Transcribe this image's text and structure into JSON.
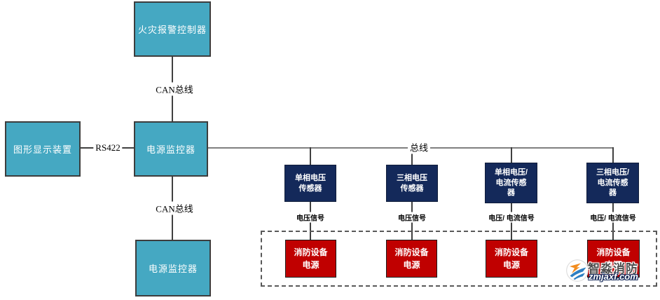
{
  "nodes": {
    "fire_alarm_controller": "火灾报警控制器",
    "graphic_display": "图形显示装置",
    "power_monitor_middle": "电源监控器",
    "power_monitor_bottom": "电源监控器",
    "sensors": [
      {
        "label": "单相电压\n传感器",
        "signal": "电压信号"
      },
      {
        "label": "三相电压\n传感器",
        "signal": "电压信号"
      },
      {
        "label": "单相电压/\n电流传感\n器",
        "signal": "电压/ 电流信号"
      },
      {
        "label": "三相电压/\n电流传感\n器",
        "signal": "电压/ 电流信号"
      }
    ],
    "fire_power_supplies": [
      {
        "label": "消防设备\n电源"
      },
      {
        "label": "消防设备\n电源"
      },
      {
        "label": "消防设备\n电源"
      },
      {
        "label": "消防设备\n电源"
      }
    ]
  },
  "edges": {
    "can_bus_top": "CAN总线",
    "rs422": "RS422",
    "can_bus_bottom": "CAN总线",
    "trunk_bus": "总线"
  },
  "watermark": {
    "brand": "智淼消防",
    "url": "zmjaxf.com"
  },
  "colors": {
    "device_box": "#45a8c2",
    "sensor_box": "#14295a",
    "power_supply_box": "#c00000",
    "line": "#404040",
    "bus_line": "#7f7f7f"
  }
}
